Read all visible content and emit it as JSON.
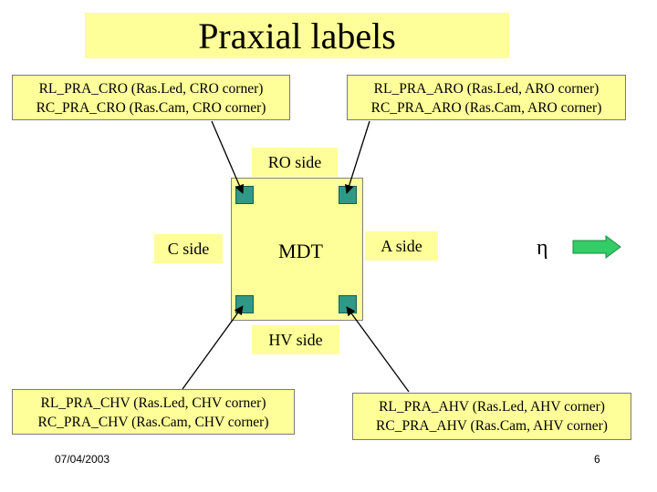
{
  "title": "Praxial labels",
  "corners": {
    "cro": {
      "line1": "RL_PRA_CRO (Ras.Led, CRO corner)",
      "line2": "RC_PRA_CRO (Ras.Cam, CRO corner)"
    },
    "aro": {
      "line1": "RL_PRA_ARO (Ras.Led,  ARO corner)",
      "line2": "RC_PRA_ARO (Ras.Cam, ARO corner)"
    },
    "chv": {
      "line1": "RL_PRA_CHV (Ras.Led,  CHV corner)",
      "line2": "RC_PRA_CHV (Ras.Cam, CHV corner)"
    },
    "ahv": {
      "line1": "RL_PRA_AHV (Ras.Led,  AHV corner)",
      "line2": "RC_PRA_AHV (Ras.Cam, AHV corner)"
    }
  },
  "sides": {
    "ro": "RO side",
    "c": "C side",
    "a": "A side",
    "hv": "HV side"
  },
  "center_label": "MDT",
  "eta_symbol": "η",
  "footer": {
    "date": "07/04/2003",
    "page": "6"
  },
  "colors": {
    "box_fill": "#ffff99",
    "sensor": "#2e9a86",
    "arrow": "#33cc66"
  }
}
